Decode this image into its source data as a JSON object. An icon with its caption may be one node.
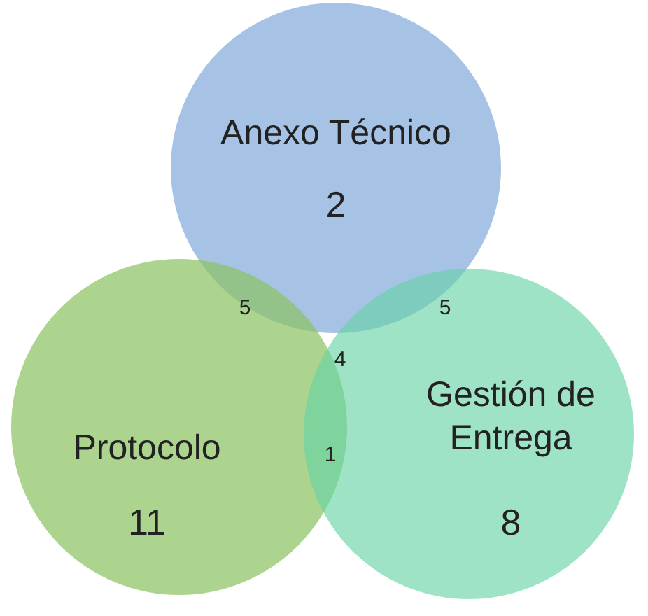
{
  "diagram": {
    "nodes": [
      {
        "text": [
          "Anexo Técnico",
          "2"
        ]
      },
      {
        "text": [
          "Protocolo",
          "11"
        ]
      },
      {
        "text": [
          "Gestión de Entrega",
          "8"
        ]
      }
    ],
    "labels": [
      "5",
      "5",
      "4",
      "1"
    ]
  }
}
